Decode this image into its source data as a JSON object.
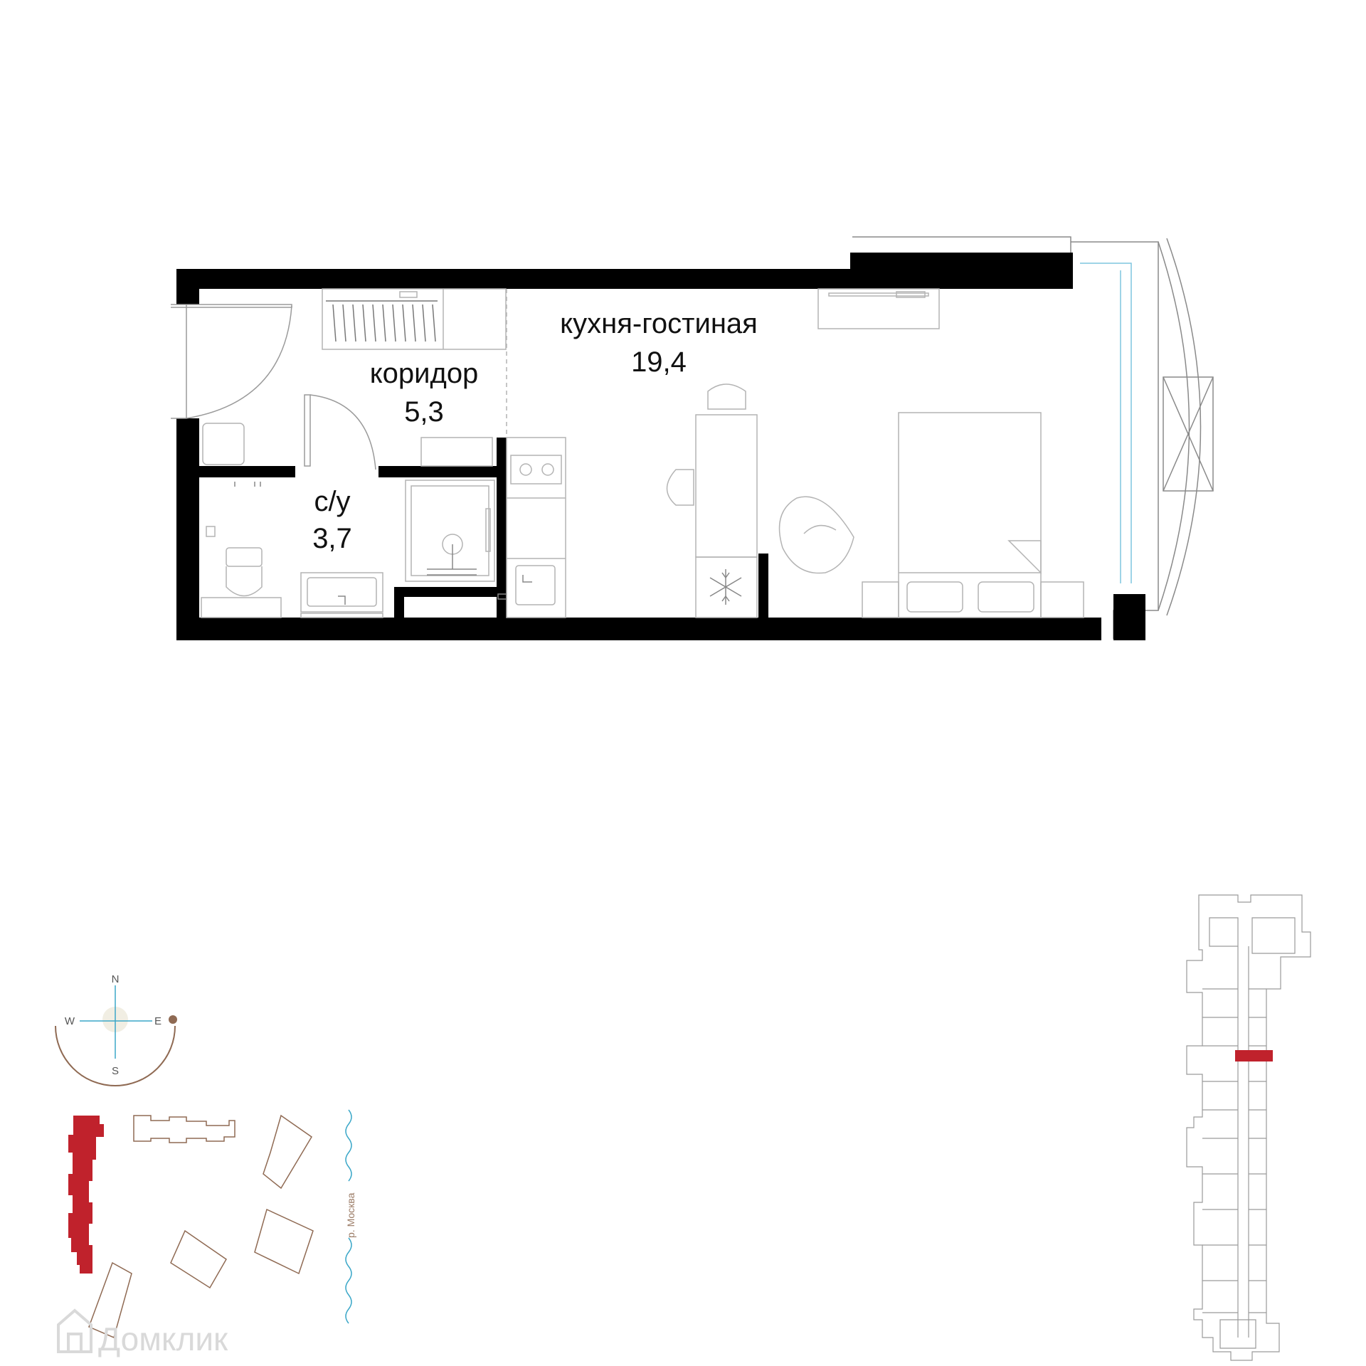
{
  "rooms": {
    "corridor": {
      "name": "коридор",
      "area": "5,3"
    },
    "living": {
      "name": "кухня-гостиная",
      "area": "19,4"
    },
    "bathroom": {
      "name": "с/у",
      "area": "3,7"
    }
  },
  "compass": {
    "n": "N",
    "s": "S",
    "w": "W",
    "e": "E"
  },
  "site_plan": {
    "river_label": "р. Москва"
  },
  "watermark": "Домклик",
  "colors": {
    "wall": "#000000",
    "furniture_stroke": "#b4b4b4",
    "highlight": "#c0222c",
    "site_outline": "#8f6a53",
    "river": "#3aa7c8"
  }
}
